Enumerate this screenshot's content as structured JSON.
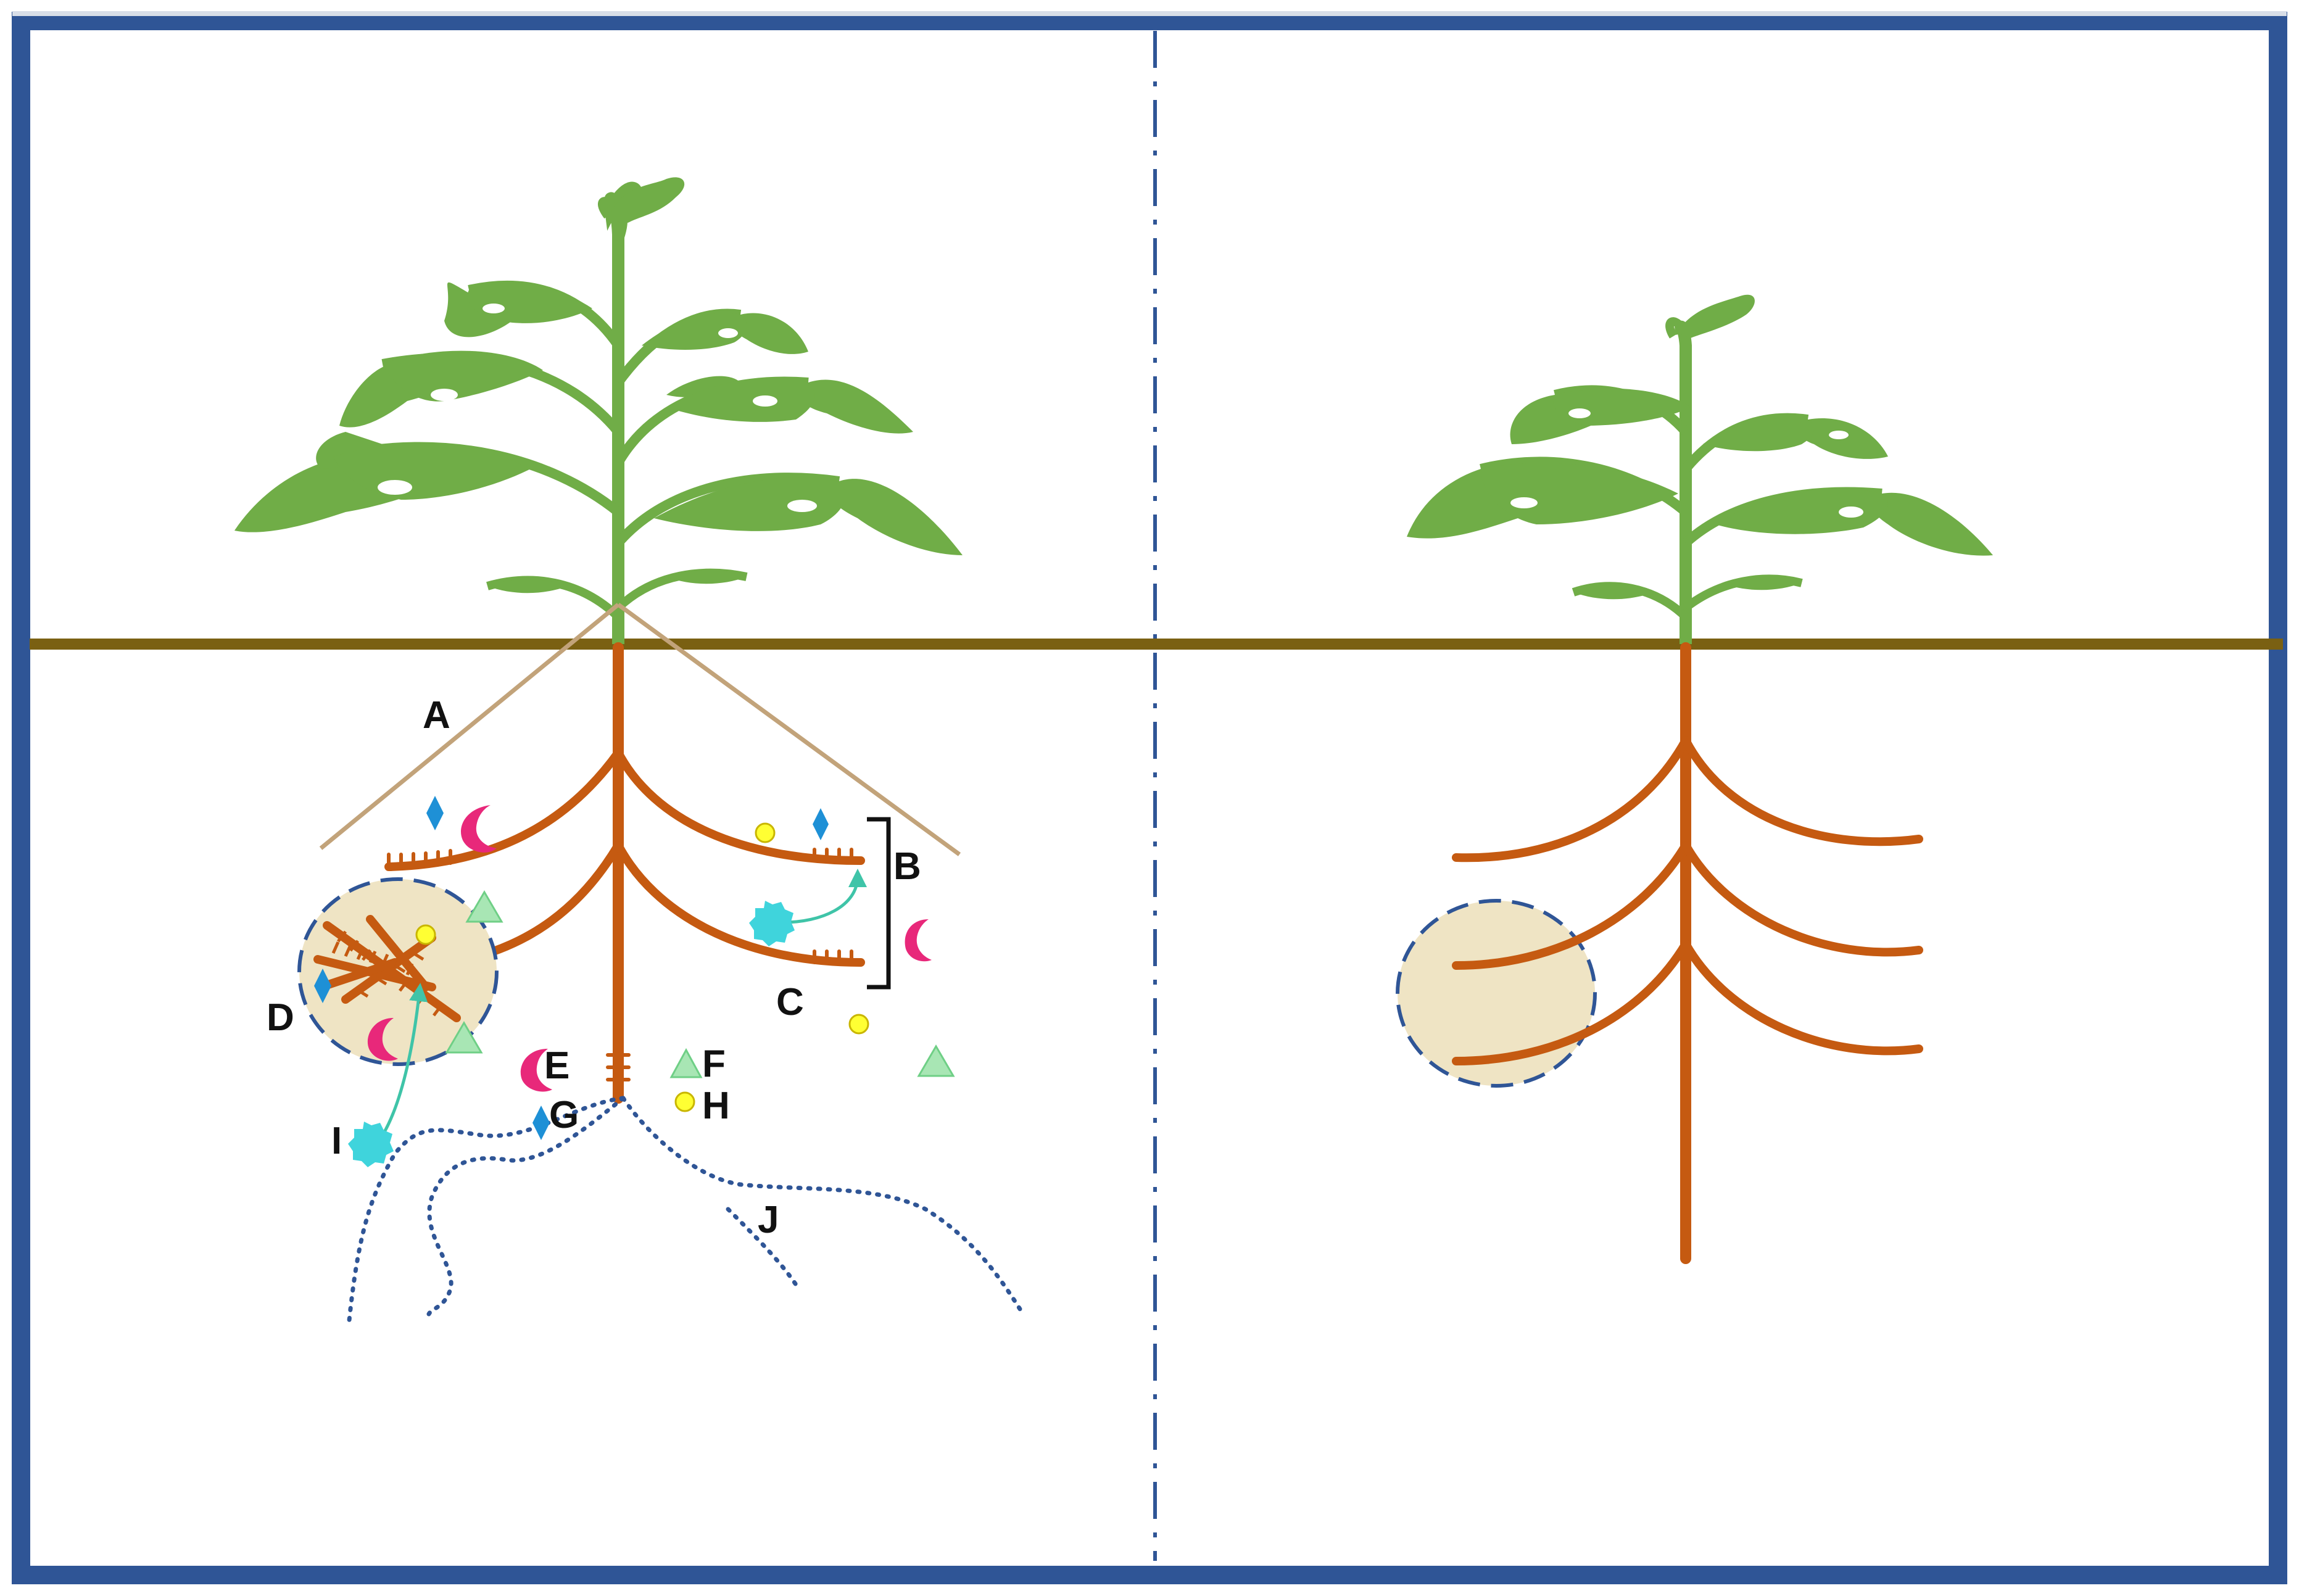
{
  "labels": {
    "a": "A",
    "b": "B",
    "c": "C",
    "d": "D",
    "e": "E",
    "f": "F",
    "g": "G",
    "h": "H",
    "i": "I",
    "j": "J"
  },
  "colors": {
    "frame": "#2f5596",
    "ground": "#7a6012",
    "plant_green": "#70ad47",
    "root_brown": "#c55a11",
    "patch_fill": "#efe4c4",
    "patch_outline": "#2f5596",
    "diamond": "#1e90d6",
    "crescent": "#e8287a",
    "triangle": "#a8e6b4",
    "circle_yellow": "#ffff33",
    "blob_cyan": "#3fd4dc",
    "dotted_hyphae": "#2f5596"
  },
  "icons": {
    "diamond": "diamond-icon",
    "crescent": "crescent-icon",
    "triangle": "triangle-icon",
    "circle": "circle-icon",
    "blob": "cyan-blob-icon"
  }
}
